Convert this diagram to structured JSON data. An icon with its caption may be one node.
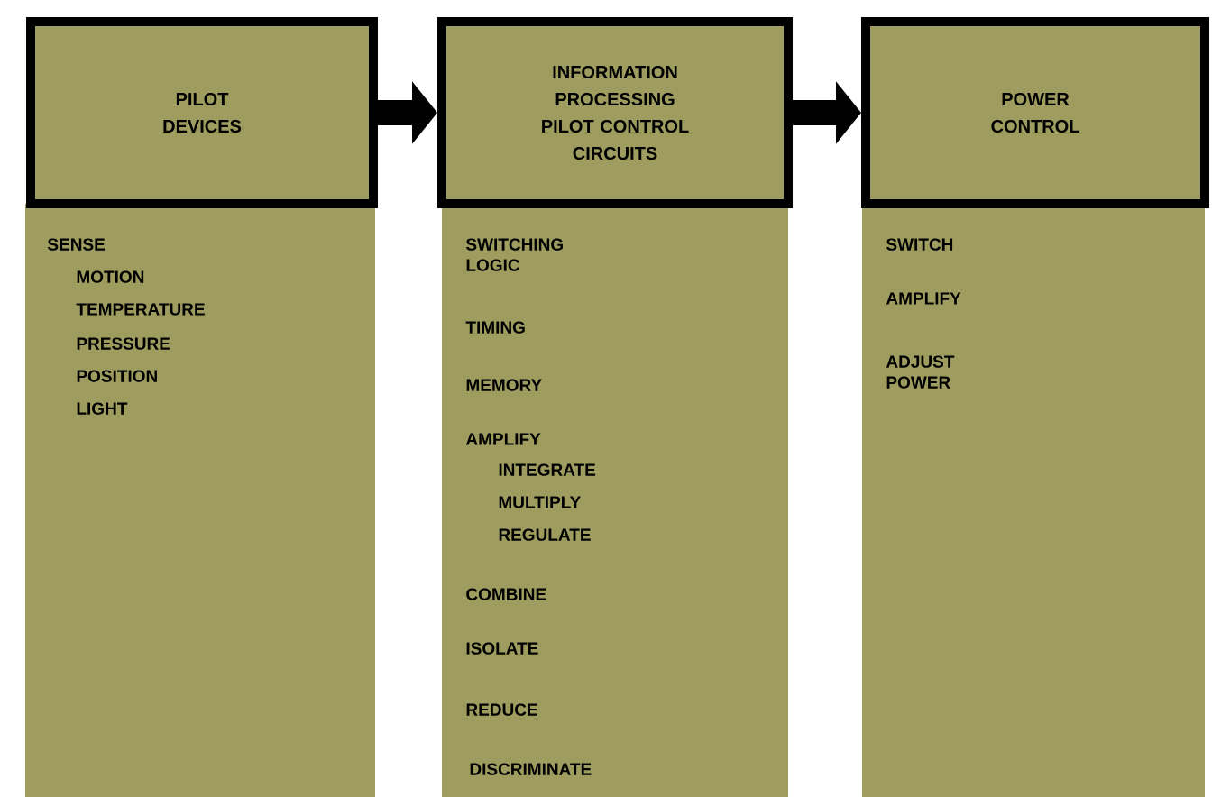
{
  "diagram": {
    "nodes": [
      {
        "text": [
          "PILOT DEVICES"
        ]
      },
      {
        "text": [
          "INFORMATION PROCESSING PILOT CONTROL CIRCUITS"
        ]
      },
      {
        "text": [
          "POWER CONTROL"
        ]
      },
      {
        "text": [
          "SENSE",
          "MOTION",
          "TEMPERATURE",
          "PRESSURE",
          "POSITION",
          "LIGHT"
        ]
      },
      {
        "text": [
          "SWITCHING LOGIC",
          "TIMING",
          "MEMORY",
          "AMPLIFY",
          "INTEGRATE",
          "MULTIPLY",
          "REGULATE",
          "COMBINE",
          "ISOLATE",
          "REDUCE",
          "DISCRIMINATE"
        ]
      },
      {
        "text": [
          "SWITCH",
          "AMPLIFY",
          "ADJUST POWER"
        ]
      }
    ],
    "edges": [
      {
        "from": 0,
        "to": 1,
        "arrow": "to"
      },
      {
        "from": 1,
        "to": 2,
        "arrow": "to"
      }
    ]
  }
}
